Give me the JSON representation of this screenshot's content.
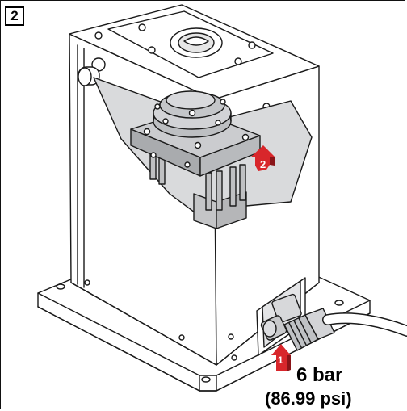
{
  "figure": {
    "step_number": "2",
    "pressure_value": "6 bar",
    "pressure_psi": "(86.99 psi)",
    "callouts": [
      "1",
      "2"
    ]
  },
  "colors": {
    "arrow_red": "#d8262b",
    "arrow_dark": "#8a1418",
    "line": "#1a1a1a",
    "shade": "#cfd0d2",
    "shade_dark": "#a9abae"
  }
}
